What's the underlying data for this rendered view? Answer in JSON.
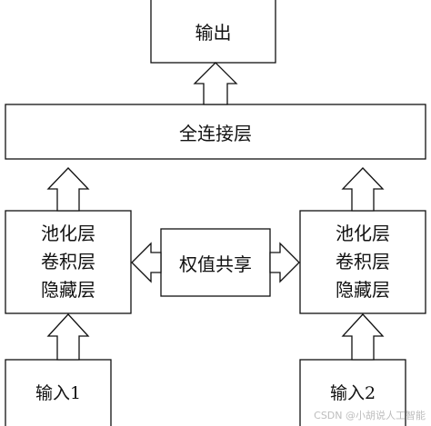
{
  "diagram": {
    "output": "输出",
    "fc_layer": "全连接层",
    "left_branch": {
      "lines": [
        "池化层",
        "卷积层",
        "隐藏层"
      ]
    },
    "right_branch": {
      "lines": [
        "池化层",
        "卷积层",
        "隐藏层"
      ]
    },
    "shared_weights": "权值共享",
    "input_1": "输入1",
    "input_2": "输入2"
  },
  "watermark": "CSDN @小胡说人工智能",
  "colors": {
    "stroke": "#111111",
    "background": "#ffffff",
    "watermark": "#bdbdbd"
  }
}
